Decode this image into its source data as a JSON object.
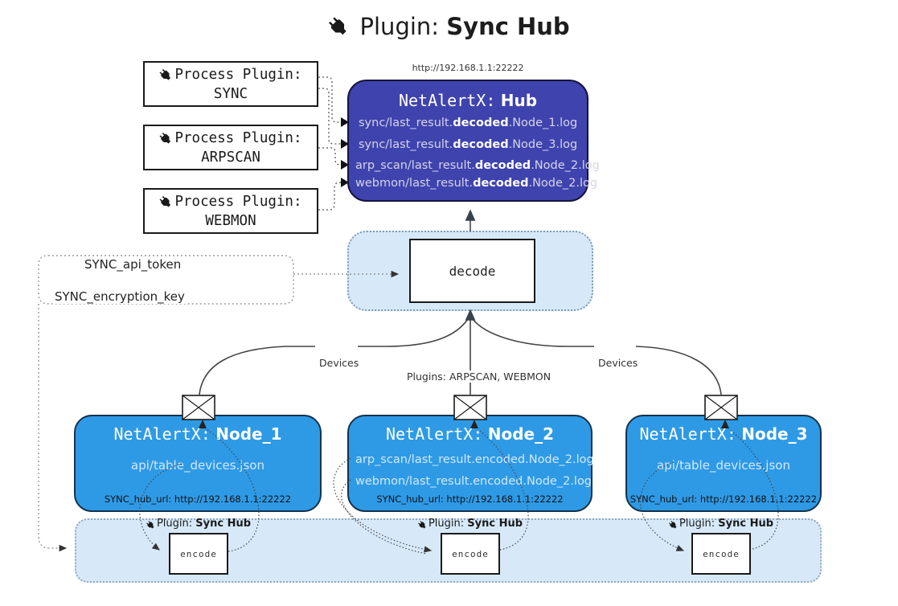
{
  "title": {
    "icon": "plug-icon",
    "prefix": "Plugin:",
    "name": "Sync Hub"
  },
  "hub": {
    "url": "http://192.168.1.1:22222",
    "title_prefix": "NetAlertX:",
    "title_name": "Hub",
    "logs": [
      {
        "pre": "sync/last_result.",
        "bold": "decoded",
        "post": ".Node_1.log"
      },
      {
        "pre": "sync/last_result.",
        "bold": "decoded",
        "post": ".Node_3.log"
      },
      {
        "pre": "arp_scan/last_result.",
        "bold": "decoded",
        "post": ".Node_2.log"
      },
      {
        "pre": "webmon/last_result.",
        "bold": "decoded",
        "post": ".Node_2.log"
      }
    ]
  },
  "process_plugins": [
    {
      "label": "Process Plugin:",
      "name": "SYNC"
    },
    {
      "label": "Process Plugin:",
      "name": "ARPSCAN"
    },
    {
      "label": "Process Plugin:",
      "name": "WEBMON"
    }
  ],
  "config": {
    "api_token": "SYNC_api_token",
    "encryption_key": "SYNC_encryption_key"
  },
  "decode": {
    "label": "decode"
  },
  "edges": {
    "devices_left": "Devices",
    "devices_right": "Devices",
    "plugins_middle": "Plugins: ARPSCAN, WEBMON"
  },
  "nodes": [
    {
      "title_prefix": "NetAlertX:",
      "title_name": "Node_1",
      "file1": "api/table_devices.json",
      "file2": "",
      "hub_url": "SYNC_hub_url: http://192.168.1.1:22222"
    },
    {
      "title_prefix": "NetAlertX:",
      "title_name": "Node_2",
      "file1": "arp_scan/last_result.encoded.Node_2.log",
      "file2": "webmon/last_result.encoded.Node_2.log",
      "hub_url": "SYNC_hub_url: http://192.168.1.1:22222"
    },
    {
      "title_prefix": "NetAlertX:",
      "title_name": "Node_3",
      "file1": "api/table_devices.json",
      "file2": "",
      "hub_url": "SYNC_hub_url: http://192.168.1.1:22222"
    }
  ],
  "encoders": {
    "plugin_prefix": "Plugin:",
    "plugin_name": "Sync Hub",
    "box_label": "encode"
  },
  "colors": {
    "hub_bg": "#3f43ad",
    "node_bg": "#2e9ae6",
    "container_bg": "#d7e9f9"
  }
}
